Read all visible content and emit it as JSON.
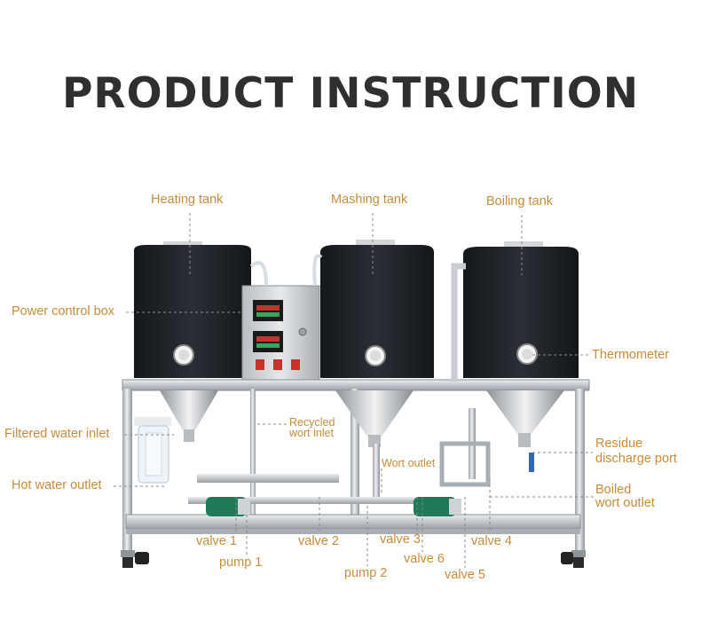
{
  "title": "PRODUCT INSTRUCTION",
  "labels": {
    "heating_tank": "Heating tank",
    "mashing_tank": "Mashing tank",
    "boiling_tank": "Boiling tank",
    "power_control_box": "Power control box",
    "thermometer": "Thermometer",
    "recycled_wort_inlet": [
      "Recycled",
      "wort inlet"
    ],
    "filtered_water_inlet": "Filtered water inlet",
    "wort_outlet": "Wort outlet",
    "residue_discharge_port": [
      "Residue",
      "discharge port"
    ],
    "hot_water_outlet": "Hot water outlet",
    "boiled_wort_outlet": [
      "Boiled",
      "wort outlet"
    ],
    "valve_1": "valve 1",
    "valve_2": "valve 2",
    "valve_3": "valve 3",
    "valve_4": "valve 4",
    "valve_5": "valve 5",
    "valve_6": "valve 6",
    "pump_1": "pump 1",
    "pump_2": "pump 2"
  },
  "colors": {
    "label": "#c98b3a",
    "title": "#2f2f2f",
    "tank_jacket": "#1e2227",
    "steel": "#c9ccd0",
    "pump": "#1f7a58",
    "switch": "#c8322a"
  }
}
